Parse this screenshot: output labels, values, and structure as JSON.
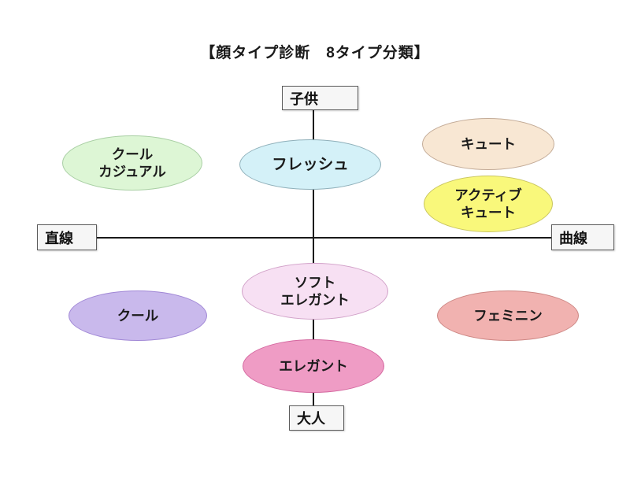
{
  "title": "【顔タイプ診断　8タイプ分類】",
  "axis_labels": {
    "top": "子供",
    "bottom": "大人",
    "left": "直線",
    "right": "曲線"
  },
  "colors": {
    "axis_line": "#1a1a1a",
    "label_box_fill": "#f6f6f6",
    "label_box_border": "#5b5b5b",
    "text": "#1b1b1b"
  },
  "types": [
    {
      "name": "cool-casual",
      "label": "クール\nカジュアル",
      "position": "child-straight side",
      "fill": "#ddf6d5",
      "border": "#a9cfa4"
    },
    {
      "name": "fresh",
      "label": "フレッシュ",
      "position": "child axis center",
      "fill": "#d4f1f8",
      "border": "#8fb0ba"
    },
    {
      "name": "cute",
      "label": "キュート",
      "position": "child-curve side",
      "fill": "#f8e7d3",
      "border": "#c3ab97"
    },
    {
      "name": "active-cute",
      "label": "アクティブ\nキュート",
      "position": "child-curve side",
      "fill": "#f9f87b",
      "border": "#c9c55e"
    },
    {
      "name": "cool",
      "label": "クール",
      "position": "adult-straight side",
      "fill": "#c9b9ec",
      "border": "#a188d6"
    },
    {
      "name": "soft-elegant",
      "label": "ソフト\nエレガント",
      "position": "adult axis center",
      "fill": "#f7e0f3",
      "border": "#d1a0c8"
    },
    {
      "name": "feminine",
      "label": "フェミニン",
      "position": "adult-curve side",
      "fill": "#f1b2b0",
      "border": "#cd8784"
    },
    {
      "name": "elegant",
      "label": "エレガント",
      "position": "adult axis center",
      "fill": "#ef9cc5",
      "border": "#d4679f"
    }
  ]
}
